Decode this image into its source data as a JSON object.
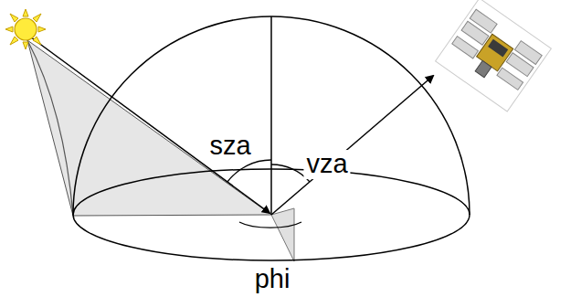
{
  "diagram": {
    "labels": [
      "sza",
      "vza",
      "phi"
    ]
  }
}
